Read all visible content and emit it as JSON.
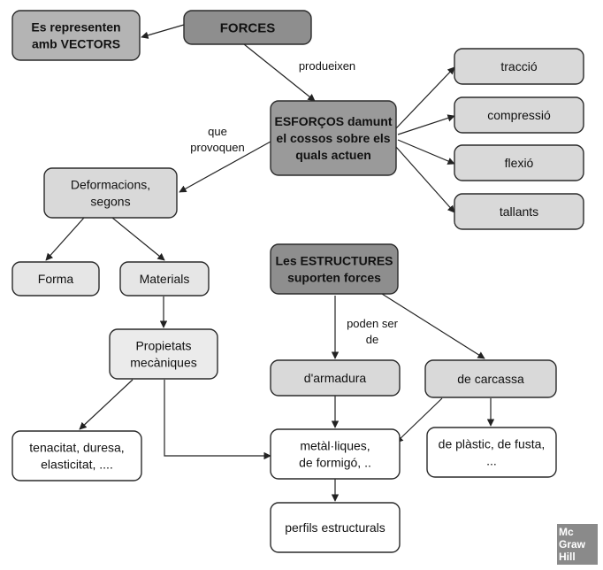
{
  "nodes": {
    "forces": {
      "lines": [
        "FORCES"
      ],
      "bold": true,
      "fill": "#8e8e8e"
    },
    "vectors": {
      "lines": [
        "Es representen",
        "amb VECTORS"
      ],
      "bold": true,
      "fill": "#b4b4b4"
    },
    "esforcos": {
      "lines": [
        "ESFORÇOS damunt",
        "el cossos sobre els",
        "quals actuen"
      ],
      "bold": true,
      "fill": "#9a9a9a"
    },
    "traccio": {
      "lines": [
        "tracció"
      ],
      "bold": false,
      "fill": "#d9d9d9"
    },
    "compressio": {
      "lines": [
        "compressió"
      ],
      "bold": false,
      "fill": "#d9d9d9"
    },
    "flexio": {
      "lines": [
        "flexió"
      ],
      "bold": false,
      "fill": "#d9d9d9"
    },
    "tallants": {
      "lines": [
        "tallants"
      ],
      "bold": false,
      "fill": "#d9d9d9"
    },
    "deformacions": {
      "lines": [
        "Deformacions,",
        "segons"
      ],
      "bold": false,
      "fill": "#d9d9d9"
    },
    "forma": {
      "lines": [
        "Forma"
      ],
      "bold": false,
      "fill": "#e6e6e6"
    },
    "materials": {
      "lines": [
        "Materials"
      ],
      "bold": false,
      "fill": "#e6e6e6"
    },
    "propietats": {
      "lines": [
        "Propietats",
        "mecàniques"
      ],
      "bold": false,
      "fill": "#ebebeb"
    },
    "estructures": {
      "lines": [
        "Les ESTRUCTURES",
        "suporten forces"
      ],
      "bold": true,
      "fill": "#8e8e8e"
    },
    "armadura": {
      "lines": [
        "d'armadura"
      ],
      "bold": false,
      "fill": "#d9d9d9"
    },
    "carcassa": {
      "lines": [
        "de carcassa"
      ],
      "bold": false,
      "fill": "#d9d9d9"
    },
    "tenacitat": {
      "lines": [
        "tenacitat, duresa,",
        "elasticitat, ...."
      ],
      "bold": false,
      "fill": "#ffffff"
    },
    "metalliques": {
      "lines": [
        "metàl·liques,",
        "de formigó, .."
      ],
      "bold": false,
      "fill": "#ffffff"
    },
    "plastic": {
      "lines": [
        "de plàstic, de fusta,",
        "..."
      ],
      "bold": false,
      "fill": "#ffffff"
    },
    "perfils": {
      "lines": [
        "perfils estructurals"
      ],
      "bold": false,
      "fill": "#ffffff"
    }
  },
  "edge_labels": {
    "produeixen": [
      "produeixen"
    ],
    "que_provoquen": [
      "que",
      "provoquen"
    ],
    "poden_ser_de": [
      "poden ser",
      "de"
    ]
  },
  "logo": {
    "lines": [
      "Mc",
      "Graw",
      "Hill"
    ],
    "fill": "#8a8a8a"
  }
}
